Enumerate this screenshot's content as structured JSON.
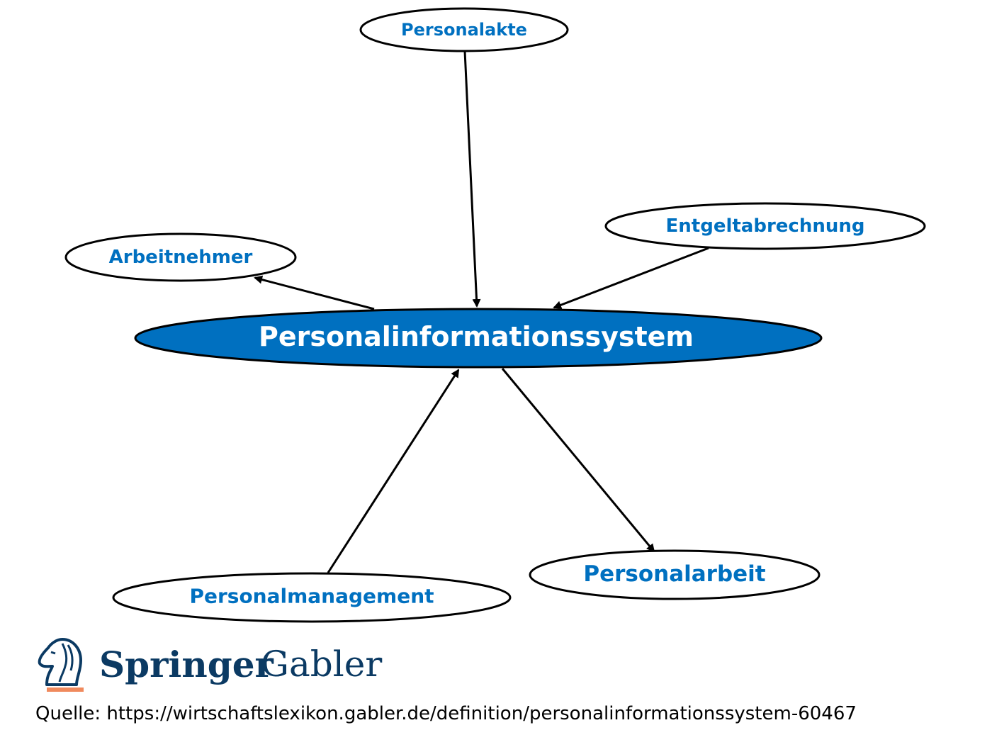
{
  "colors": {
    "accent": "#0070c0",
    "center_fill": "#0070c0",
    "center_text": "#ffffff",
    "node_text": "#0070c0",
    "edge": "#000000",
    "logo_text": "#0b3a63",
    "logo_underline": "#f08a5d"
  },
  "nodes": {
    "center": "Personalinformationssystem",
    "personalakte": "Personalakte",
    "entgeltabrechnung": "Entgeltabrechnung",
    "arbeitnehmer": "Arbeitnehmer",
    "personalmanagement": "Personalmanagement",
    "personalarbeit": "Personalarbeit"
  },
  "edges": [
    {
      "from": "personalakte",
      "to": "center"
    },
    {
      "from": "entgeltabrechnung",
      "to": "center"
    },
    {
      "from": "center",
      "to": "arbeitnehmer"
    },
    {
      "from": "personalmanagement",
      "to": "center"
    },
    {
      "from": "center",
      "to": "personalarbeit"
    }
  ],
  "logo": {
    "brand": "Springer",
    "imprint": "Gabler",
    "icon": "knight-chess-piece-icon"
  },
  "source_line": "Quelle: https://wirtschaftslexikon.gabler.de/definition/personalinformationssystem-60467"
}
